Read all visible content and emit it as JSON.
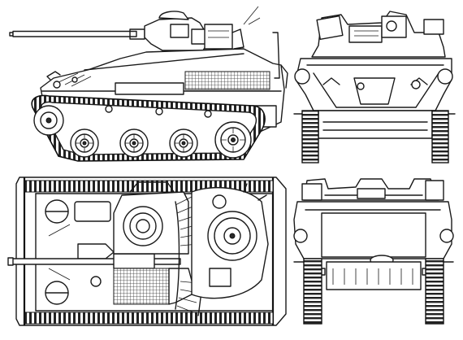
{
  "drawing": {
    "views": [
      "side-view",
      "front-view",
      "top-view",
      "rear-view"
    ],
    "road_wheels_per_side": 5,
    "line_color": "#1a1a1a",
    "background": "#ffffff"
  }
}
